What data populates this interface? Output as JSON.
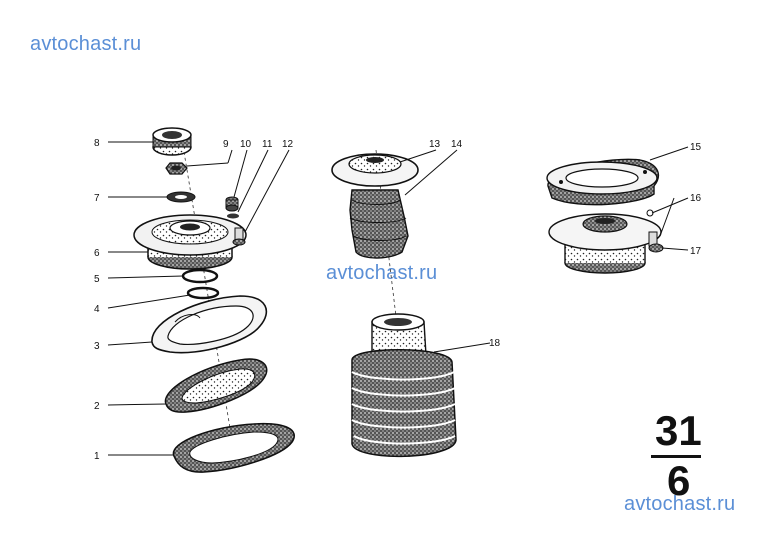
{
  "watermarks": {
    "top_left": "avtochast.ru",
    "center": "avtochast.ru",
    "bottom_right": "avtochast.ru"
  },
  "callouts": {
    "c1": "1",
    "c2": "2",
    "c3": "3",
    "c4": "4",
    "c5": "5",
    "c6": "6",
    "c7": "7",
    "c8": "8",
    "c9": "9",
    "c10": "10",
    "c11": "11",
    "c12": "12",
    "c13": "13",
    "c14": "14",
    "c15": "15",
    "c16": "16",
    "c17": "17",
    "c18": "18"
  },
  "group_number": {
    "main": "31",
    "sub": "6"
  },
  "colors": {
    "watermark": "#5b8fd6",
    "ink": "#111111"
  }
}
